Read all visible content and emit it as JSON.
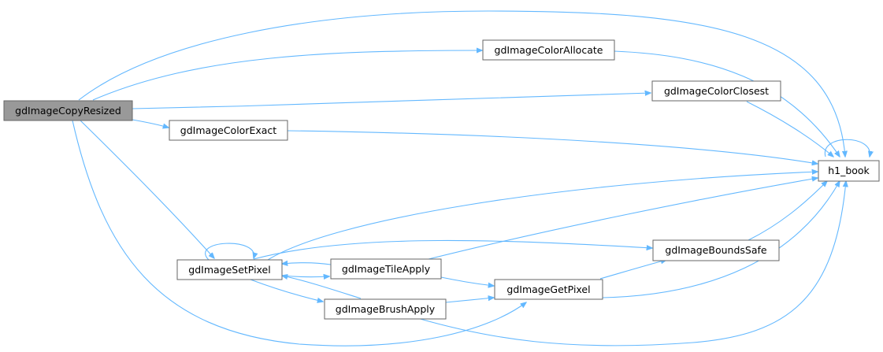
{
  "graph": {
    "root": "gdImageCopyResized",
    "nodes": {
      "copy_resized": "gdImageCopyResized",
      "color_allocate": "gdImageColorAllocate",
      "color_closest": "gdImageColorClosest",
      "color_exact": "gdImageColorExact",
      "h1_book": "h1_book",
      "set_pixel": "gdImageSetPixel",
      "tile_apply": "gdImageTileApply",
      "bounds_safe": "gdImageBoundsSafe",
      "get_pixel": "gdImageGetPixel",
      "brush_apply": "gdImageBrushApply"
    },
    "edges": [
      {
        "from": "gdImageCopyResized",
        "to": "h1_book"
      },
      {
        "from": "gdImageCopyResized",
        "to": "gdImageColorAllocate"
      },
      {
        "from": "gdImageCopyResized",
        "to": "gdImageColorClosest"
      },
      {
        "from": "gdImageCopyResized",
        "to": "gdImageColorExact"
      },
      {
        "from": "gdImageCopyResized",
        "to": "gdImageSetPixel"
      },
      {
        "from": "gdImageCopyResized",
        "to": "gdImageGetPixel"
      },
      {
        "from": "gdImageColorAllocate",
        "to": "h1_book"
      },
      {
        "from": "gdImageColorClosest",
        "to": "h1_book"
      },
      {
        "from": "gdImageColorExact",
        "to": "h1_book"
      },
      {
        "from": "h1_book",
        "to": "h1_book"
      },
      {
        "from": "gdImageSetPixel",
        "to": "gdImageSetPixel"
      },
      {
        "from": "gdImageSetPixel",
        "to": "h1_book"
      },
      {
        "from": "gdImageSetPixel",
        "to": "gdImageBoundsSafe"
      },
      {
        "from": "gdImageSetPixel",
        "to": "gdImageTileApply"
      },
      {
        "from": "gdImageSetPixel",
        "to": "gdImageBrushApply"
      },
      {
        "from": "gdImageTileApply",
        "to": "gdImageSetPixel"
      },
      {
        "from": "gdImageTileApply",
        "to": "h1_book"
      },
      {
        "from": "gdImageTileApply",
        "to": "gdImageGetPixel"
      },
      {
        "from": "gdImageBrushApply",
        "to": "gdImageSetPixel"
      },
      {
        "from": "gdImageBrushApply",
        "to": "gdImageGetPixel"
      },
      {
        "from": "gdImageBrushApply",
        "to": "h1_book"
      },
      {
        "from": "gdImageBoundsSafe",
        "to": "h1_book"
      },
      {
        "from": "gdImageGetPixel",
        "to": "gdImageBoundsSafe"
      },
      {
        "from": "gdImageGetPixel",
        "to": "h1_book"
      }
    ]
  },
  "colors": {
    "edge": "#63b8ff",
    "node_border": "#666666",
    "root_fill": "#999999",
    "node_fill": "#ffffff"
  }
}
